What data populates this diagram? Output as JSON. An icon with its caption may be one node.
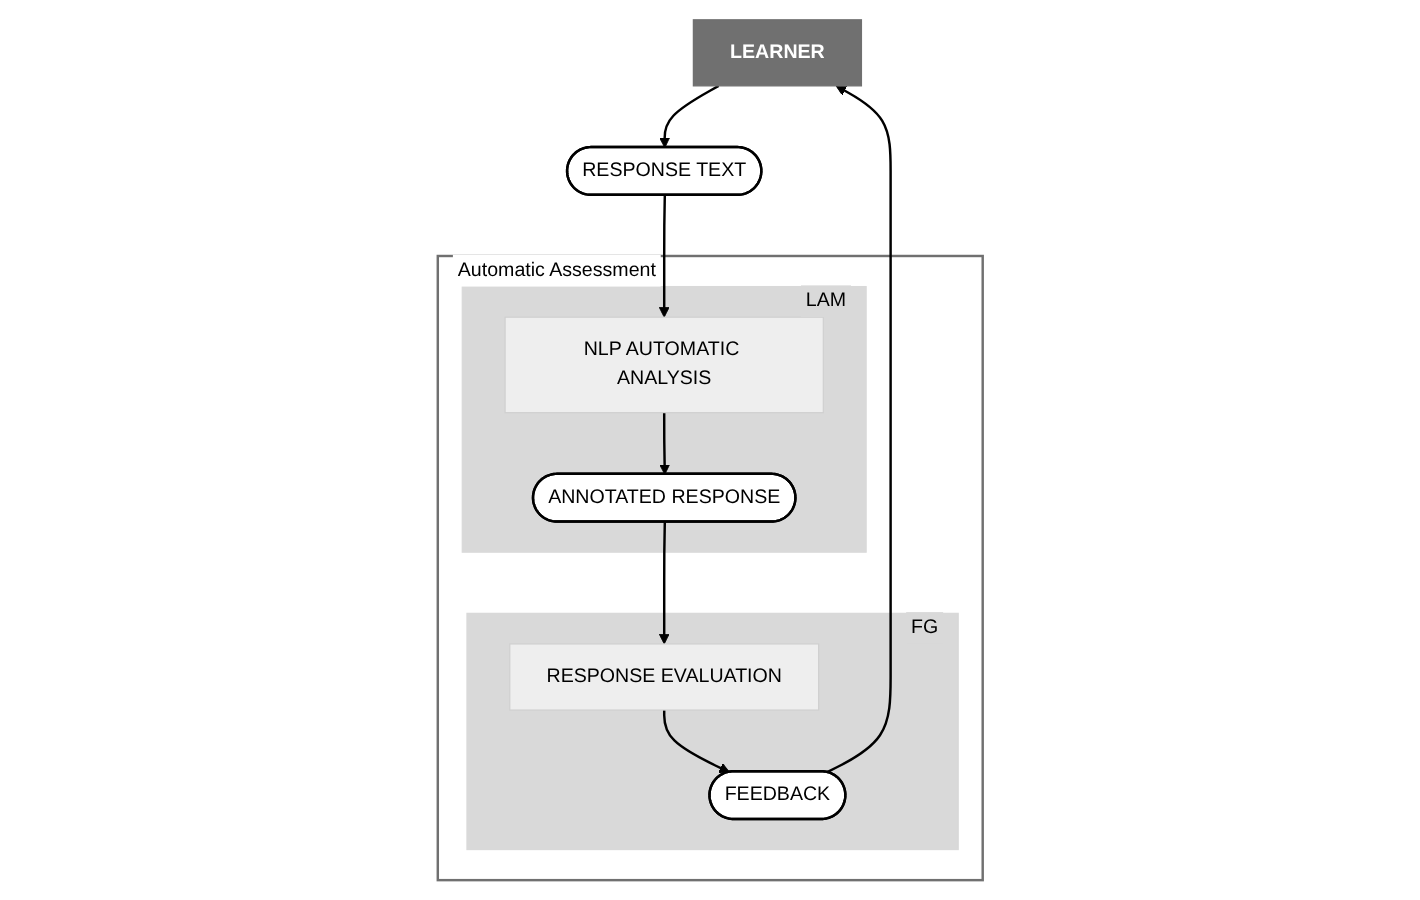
{
  "diagram": {
    "nodes": [
      {
        "text": [
          "LEARNER"
        ]
      },
      {
        "text": [
          "RESPONSE TEXT"
        ]
      },
      {
        "text": [
          "Automatic Assessment"
        ]
      },
      {
        "text": [
          "FG"
        ],
        "in": 2
      },
      {
        "text": [
          "LAM"
        ],
        "in": 2
      },
      {
        "text": [
          "RESPONSE EVALUATION"
        ],
        "in": 3
      },
      {
        "text": [
          "FEEDBACK"
        ],
        "in": 3
      },
      {
        "text": [
          "NLP AUTOMATIC ANALYSIS"
        ],
        "in": 4
      },
      {
        "text": [
          "ANNOTATED RESPONSE"
        ],
        "in": 4
      }
    ],
    "edges": [
      {
        "from": 0,
        "to": 1,
        "arrow": "to"
      },
      {
        "from": 1,
        "to": 7,
        "arrow": "to"
      },
      {
        "from": 7,
        "to": 8,
        "arrow": "to"
      },
      {
        "from": 8,
        "to": 5,
        "arrow": "to"
      },
      {
        "from": 5,
        "to": 6,
        "arrow": "to"
      },
      {
        "from": 6,
        "to": 0,
        "arrow": "to"
      }
    ]
  }
}
